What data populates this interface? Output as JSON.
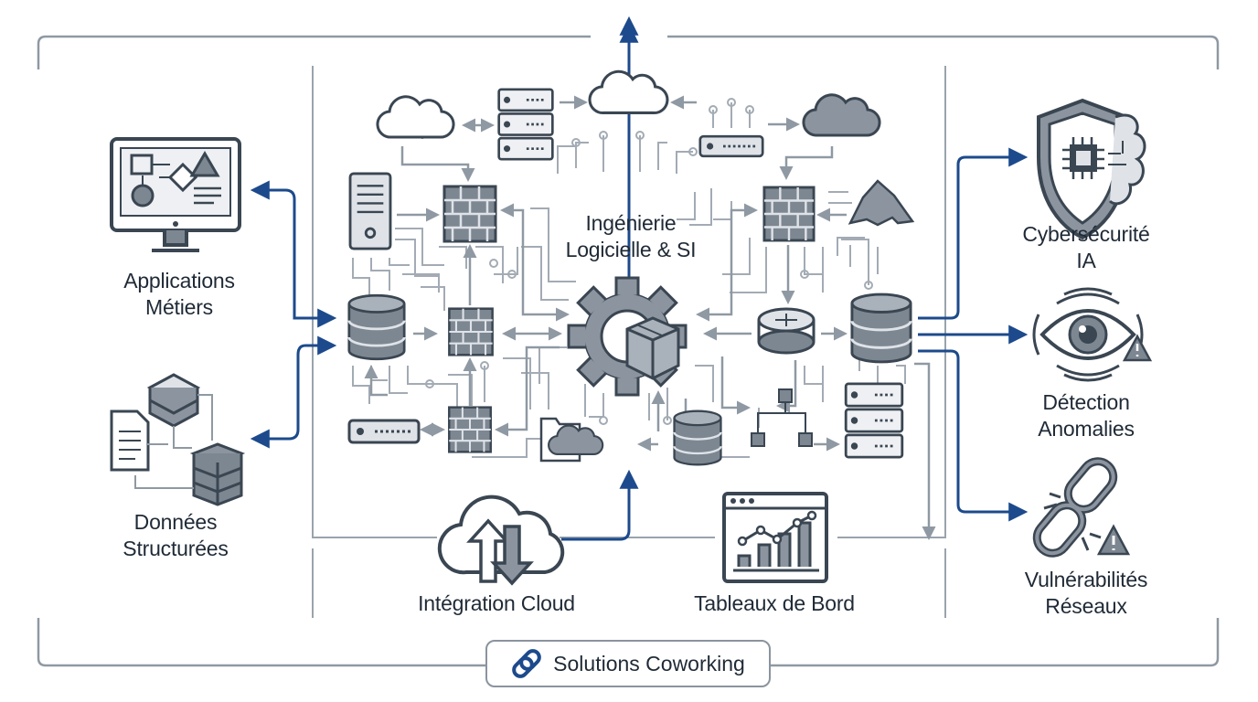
{
  "center": {
    "line1": "Ingénierie",
    "line2": "Logicielle & SI"
  },
  "left": [
    {
      "id": "apps",
      "line1": "Applications",
      "line2": "Métiers",
      "icon": "monitor-icon"
    },
    {
      "id": "data",
      "line1": "Données",
      "line2": "Structurées",
      "icon": "structured-data-icon"
    }
  ],
  "right": [
    {
      "id": "cyber",
      "line1": "Cybersécurité",
      "line2": "IA",
      "icon": "shield-brain-icon"
    },
    {
      "id": "anomaly",
      "line1": "Détection",
      "line2": "Anomalies",
      "icon": "eye-warning-icon"
    },
    {
      "id": "vuln",
      "line1": "Vulnérabilités",
      "line2": "Réseaux",
      "icon": "broken-chain-icon"
    }
  ],
  "bottom": [
    {
      "id": "cloud",
      "label": "Intégration Cloud",
      "icon": "cloud-sync-icon"
    },
    {
      "id": "dash",
      "label": "Tableaux de Bord",
      "icon": "dashboard-chart-icon"
    }
  ],
  "footer": {
    "label": "Solutions Coworking",
    "icon": "link-icon"
  },
  "colors": {
    "accent": "#1c4a8c",
    "line": "#8f99a3",
    "icon_stroke": "#3a4652",
    "icon_fill": "#7d8792",
    "icon_light": "#dfe3e8",
    "text": "#1f2a36"
  }
}
